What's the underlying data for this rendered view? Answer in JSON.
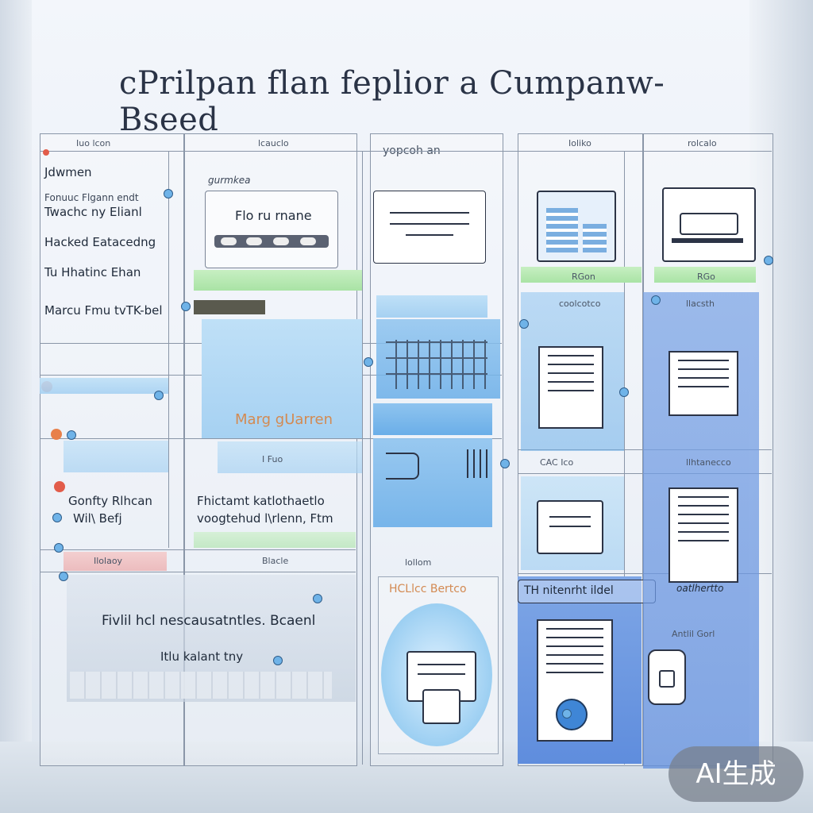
{
  "title": "cPrilpan flan feplior a Cumpanw-Bseed",
  "columns": {
    "c1": {
      "header": "Iuo lcon"
    },
    "c2": {
      "header": "lcauclo"
    },
    "c3": {
      "header": "yopcoh an"
    },
    "c4": {
      "header": "Ioliko"
    },
    "c5": {
      "header": "rolcalo"
    }
  },
  "left_list": [
    "Jdwmen",
    "Fonuuc Flgann endt",
    "Twachc ny Elianl",
    "Hacked Eatacedng",
    "Tu Hhatinc Ehan",
    "Marcu Fmu tvTK-bel"
  ],
  "c2_box_label": "Flo ru rnane",
  "c2_note": "gurmkea",
  "orange_label": "Marg gUarren",
  "c2_small": "I Fuo",
  "left_mid": [
    "Gonfty Rlhcan",
    "Wil\\ Befj"
  ],
  "c2_mid": [
    "Fhictamt katlothaetlo",
    "voogtehud l\\rlenn, Ftm"
  ],
  "pink_header": "Ilolaoy",
  "pink_header2": "Blacle",
  "bottom_text": [
    "Fivlil hcl nescausatntles. Bcaenl",
    "Itlu kalant tny"
  ],
  "c3_bottom_label": "HCLlcc Bertco",
  "c3_mid_header": "lollom",
  "c4_green": "RGon",
  "c5_green": "RGo",
  "c4_header2": "coolcotco",
  "c5_header2": "llacsth",
  "c4_header3": "CAC Ico",
  "c5_header3": "llhtanecco",
  "c4_bottom_label": "TH nitenrht ildel",
  "c5_bottom_sign": "oatlhertto",
  "c5_bottom_small": "Antlil Gorl",
  "badge": "AI生成"
}
